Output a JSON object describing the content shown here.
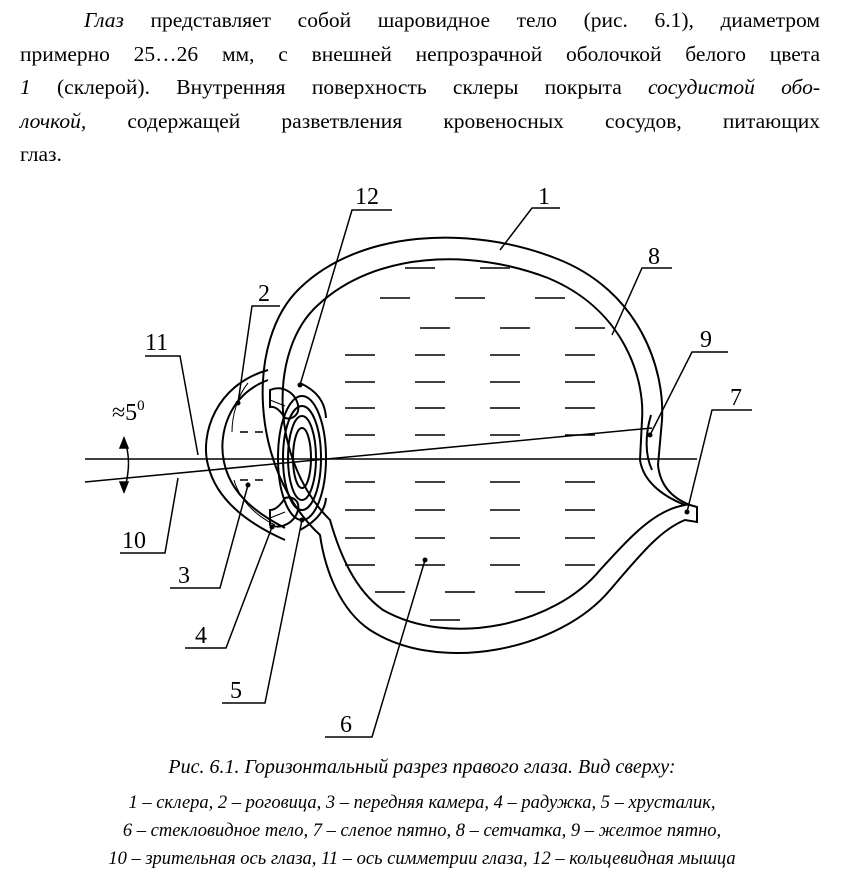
{
  "paragraph": {
    "line1_italic": "Глаз",
    "line1_rest": " представляет собой шаровидное тело (рис. 6.1), диаметром",
    "line2": "примерно 25…26 мм, с внешней непрозрачной оболочкой белого цвета",
    "line3_num": "1",
    "line3_rest": " (склерой). Внутренняя поверхность склеры покрыта ",
    "line3_italic": "сосудистой обо-",
    "line4_italic": "лочкой,",
    "line4_rest": " содержащей разветвления кровеносных сосудов, питающих",
    "line5": "глаз."
  },
  "figure": {
    "labels": {
      "l1": "1",
      "l2": "2",
      "l3": "3",
      "l4": "4",
      "l5": "5",
      "l6": "6",
      "l7": "7",
      "l8": "8",
      "l9": "9",
      "l10": "10",
      "l11": "11",
      "l12": "12",
      "angle": "≈5",
      "angle_sup": "0"
    }
  },
  "caption": {
    "title": "Рис. 6.1. Горизонтальный разрез правого глаза. Вид сверху:",
    "legend_line1": "1 – склера, 2 – роговица, 3 – передняя камера, 4 – радужка, 5 – хрусталик,",
    "legend_line2": "6 – стекловидное тело, 7 – слепое пятно, 8 – сетчатка, 9 – желтое пятно,",
    "legend_line3": "10 – зрительная ось глаза, 11 – ось симметрии глаза, 12 – кольцевидная мышца"
  }
}
